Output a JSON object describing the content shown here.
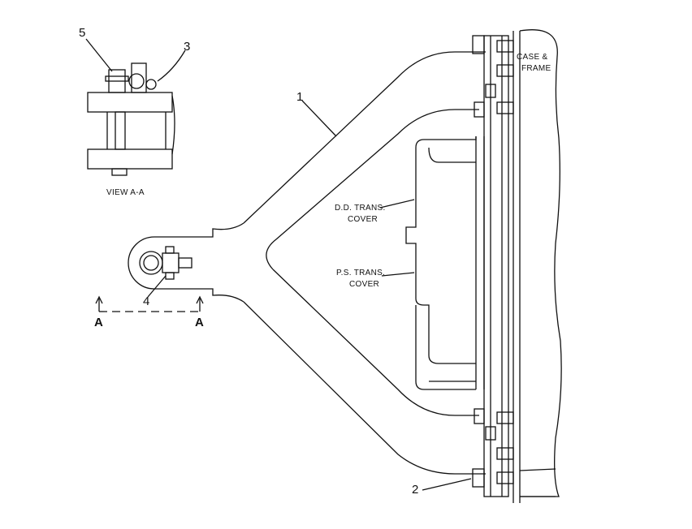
{
  "callouts": {
    "c1": "1",
    "c2": "2",
    "c3": "3",
    "c4": "4",
    "c5": "5"
  },
  "labels": {
    "view": "VIEW  A-A",
    "case_frame_1": "CASE &",
    "case_frame_2": "FRAME",
    "dd_1": "D.D. TRANS.",
    "dd_2": "COVER",
    "ps_1": "P.S. TRANS.",
    "ps_2": "COVER",
    "section_left": "A",
    "section_right": "A"
  },
  "colors": {
    "line": "#111111",
    "background": "#ffffff"
  }
}
